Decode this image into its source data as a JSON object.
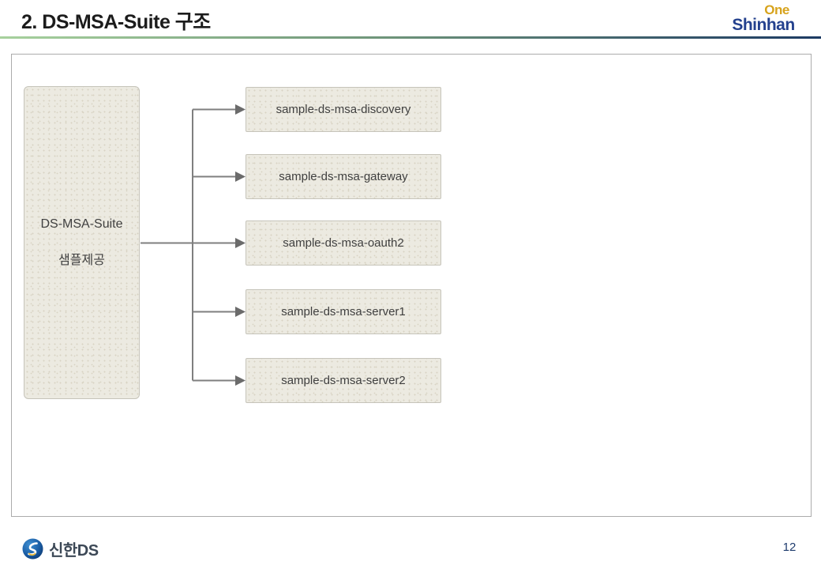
{
  "header": {
    "title": "2. DS-MSA-Suite 구조",
    "logo": {
      "line1": "One",
      "line2": "Shinhan"
    }
  },
  "theme": {
    "accent_green": "#a7d19d",
    "accent_mid": "#6d9379",
    "accent_navy": "#1c3a63",
    "brand_gold": "#d7a31c",
    "brand_blue": "#24418e",
    "connector_gray": "#7f7f7f",
    "arrow_gray": "#6b6b6b",
    "box_bg": "#eceae1",
    "box_border": "#c6c4ba",
    "text_box": "#3f3f3f",
    "footer_text": "#3c4856",
    "page_num": "#1f3c6e"
  },
  "diagram": {
    "root": {
      "line1": "DS-MSA-Suite",
      "line2": "샘플제공"
    },
    "services": [
      {
        "label": "sample-ds-msa-discovery"
      },
      {
        "label": "sample-ds-msa-gateway"
      },
      {
        "label": "sample-ds-msa-oauth2"
      },
      {
        "label": "sample-ds-msa-server1"
      },
      {
        "label": "sample-ds-msa-server2"
      }
    ]
  },
  "footer": {
    "logo_text": "신한DS",
    "page_number": "12"
  }
}
